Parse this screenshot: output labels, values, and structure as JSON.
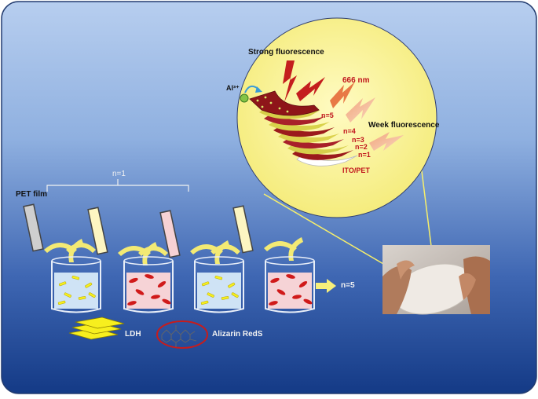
{
  "labels": {
    "strong": "Strong fluorescence",
    "al": "Al³⁺",
    "wavelength": "666 nm",
    "week": "Week fluorescence",
    "layer_n5": "n=5",
    "layer_n4": "n=4",
    "layer_n3": "n=3",
    "layer_n2": "n=2",
    "layer_n1": "n=1",
    "substrate": "ITO/PET",
    "pet_film": "PET film",
    "cycle": "n=1",
    "repeat": "n=5",
    "ldh": "LDH",
    "alizarin": "Alizarin RedS"
  },
  "colors": {
    "bg_top": "#a9c3e9",
    "bg_bottom": "#173f8f",
    "circle": "#fbf5a0",
    "red_text": "#c0141c",
    "yellow": "#f7ef1e",
    "lightblue_solution": "#cfe3f5",
    "pink_solution": "#f6d3d6",
    "arrow_yellow": "#f3ea74"
  }
}
